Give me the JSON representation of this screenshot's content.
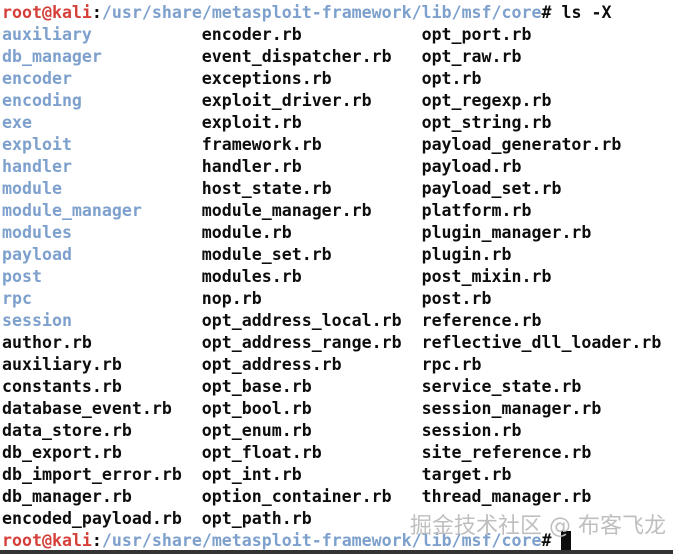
{
  "colors": {
    "background": "#ffffff",
    "prompt_red": "#d5403a",
    "accent_blue": "#7da0cd",
    "text_black": "#0d0d0d",
    "watermark_gray": "#bfbfbf",
    "bottom_bar": "#333333"
  },
  "terminal": {
    "prompt": {
      "user_host": "root@kali",
      "separator": ":",
      "path": "/usr/share/metasploit-framework/lib/msf/core",
      "symbol": "#"
    },
    "command": "ls -X",
    "listing": {
      "rows": [
        {
          "cells": [
            {
              "text": "auxiliary",
              "type": "dir"
            },
            {
              "text": "encoder.rb",
              "type": "file"
            },
            {
              "text": "opt_port.rb",
              "type": "file"
            }
          ]
        },
        {
          "cells": [
            {
              "text": "db_manager",
              "type": "dir"
            },
            {
              "text": "event_dispatcher.rb",
              "type": "file"
            },
            {
              "text": "opt_raw.rb",
              "type": "file"
            }
          ]
        },
        {
          "cells": [
            {
              "text": "encoder",
              "type": "dir"
            },
            {
              "text": "exceptions.rb",
              "type": "file"
            },
            {
              "text": "opt.rb",
              "type": "file"
            }
          ]
        },
        {
          "cells": [
            {
              "text": "encoding",
              "type": "dir"
            },
            {
              "text": "exploit_driver.rb",
              "type": "file"
            },
            {
              "text": "opt_regexp.rb",
              "type": "file"
            }
          ]
        },
        {
          "cells": [
            {
              "text": "exe",
              "type": "dir"
            },
            {
              "text": "exploit.rb",
              "type": "file"
            },
            {
              "text": "opt_string.rb",
              "type": "file"
            }
          ]
        },
        {
          "cells": [
            {
              "text": "exploit",
              "type": "dir"
            },
            {
              "text": "framework.rb",
              "type": "file"
            },
            {
              "text": "payload_generator.rb",
              "type": "file"
            }
          ]
        },
        {
          "cells": [
            {
              "text": "handler",
              "type": "dir"
            },
            {
              "text": "handler.rb",
              "type": "file"
            },
            {
              "text": "payload.rb",
              "type": "file"
            }
          ]
        },
        {
          "cells": [
            {
              "text": "module",
              "type": "dir"
            },
            {
              "text": "host_state.rb",
              "type": "file"
            },
            {
              "text": "payload_set.rb",
              "type": "file"
            }
          ]
        },
        {
          "cells": [
            {
              "text": "module_manager",
              "type": "dir"
            },
            {
              "text": "module_manager.rb",
              "type": "file"
            },
            {
              "text": "platform.rb",
              "type": "file"
            }
          ]
        },
        {
          "cells": [
            {
              "text": "modules",
              "type": "dir"
            },
            {
              "text": "module.rb",
              "type": "file"
            },
            {
              "text": "plugin_manager.rb",
              "type": "file"
            }
          ]
        },
        {
          "cells": [
            {
              "text": "payload",
              "type": "dir"
            },
            {
              "text": "module_set.rb",
              "type": "file"
            },
            {
              "text": "plugin.rb",
              "type": "file"
            }
          ]
        },
        {
          "cells": [
            {
              "text": "post",
              "type": "dir"
            },
            {
              "text": "modules.rb",
              "type": "file"
            },
            {
              "text": "post_mixin.rb",
              "type": "file"
            }
          ]
        },
        {
          "cells": [
            {
              "text": "rpc",
              "type": "dir"
            },
            {
              "text": "nop.rb",
              "type": "file"
            },
            {
              "text": "post.rb",
              "type": "file"
            }
          ]
        },
        {
          "cells": [
            {
              "text": "session",
              "type": "dir"
            },
            {
              "text": "opt_address_local.rb",
              "type": "file"
            },
            {
              "text": "reference.rb",
              "type": "file"
            }
          ]
        },
        {
          "cells": [
            {
              "text": "author.rb",
              "type": "file"
            },
            {
              "text": "opt_address_range.rb",
              "type": "file"
            },
            {
              "text": "reflective_dll_loader.rb",
              "type": "file"
            }
          ]
        },
        {
          "cells": [
            {
              "text": "auxiliary.rb",
              "type": "file"
            },
            {
              "text": "opt_address.rb",
              "type": "file"
            },
            {
              "text": "rpc.rb",
              "type": "file"
            }
          ]
        },
        {
          "cells": [
            {
              "text": "constants.rb",
              "type": "file"
            },
            {
              "text": "opt_base.rb",
              "type": "file"
            },
            {
              "text": "service_state.rb",
              "type": "file"
            }
          ]
        },
        {
          "cells": [
            {
              "text": "database_event.rb",
              "type": "file"
            },
            {
              "text": "opt_bool.rb",
              "type": "file"
            },
            {
              "text": "session_manager.rb",
              "type": "file"
            }
          ]
        },
        {
          "cells": [
            {
              "text": "data_store.rb",
              "type": "file"
            },
            {
              "text": "opt_enum.rb",
              "type": "file"
            },
            {
              "text": "session.rb",
              "type": "file"
            }
          ]
        },
        {
          "cells": [
            {
              "text": "db_export.rb",
              "type": "file"
            },
            {
              "text": "opt_float.rb",
              "type": "file"
            },
            {
              "text": "site_reference.rb",
              "type": "file"
            }
          ]
        },
        {
          "cells": [
            {
              "text": "db_import_error.rb",
              "type": "file"
            },
            {
              "text": "opt_int.rb",
              "type": "file"
            },
            {
              "text": "target.rb",
              "type": "file"
            }
          ]
        },
        {
          "cells": [
            {
              "text": "db_manager.rb",
              "type": "file"
            },
            {
              "text": "option_container.rb",
              "type": "file"
            },
            {
              "text": "thread_manager.rb",
              "type": "file"
            }
          ]
        },
        {
          "cells": [
            {
              "text": "encoded_payload.rb",
              "type": "file"
            },
            {
              "text": "opt_path.rb",
              "type": "file"
            },
            {
              "text": "",
              "type": "file"
            }
          ]
        }
      ]
    }
  },
  "watermark": {
    "text": "掘金技术社区 @ 布客飞龙"
  }
}
